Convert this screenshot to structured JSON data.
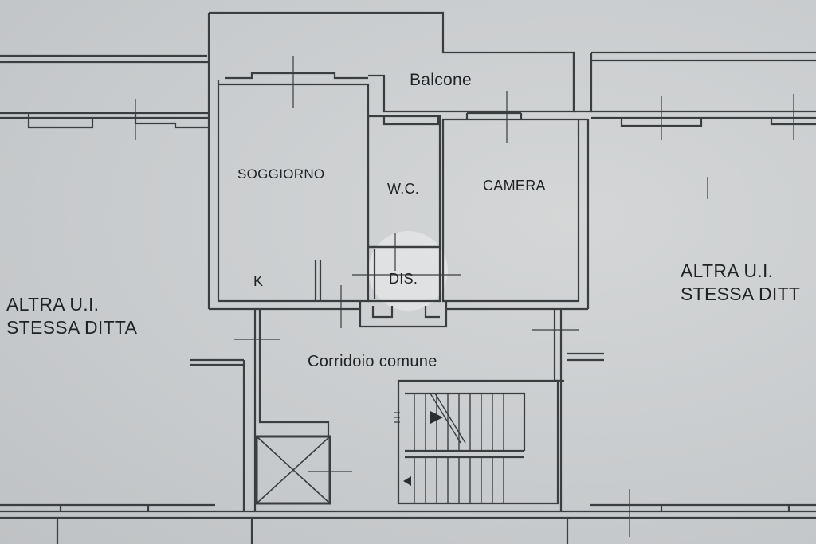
{
  "labels": {
    "balcone": "Balcone",
    "soggiorno": "SOGGIORNO",
    "wc": "W.C.",
    "camera": "CAMERA",
    "k": "K",
    "dis": "DIS.",
    "corridoio": "Corridoio comune",
    "altra_left_1": "ALTRA U.I.",
    "altra_left_2": "STESSA DITTA",
    "altra_right_1": "ALTRA U.I.",
    "altra_right_2": "STESSA DITT"
  },
  "colors": {
    "background": "#c9ccce",
    "wall": "#3a3e41",
    "text": "#1f2326"
  }
}
